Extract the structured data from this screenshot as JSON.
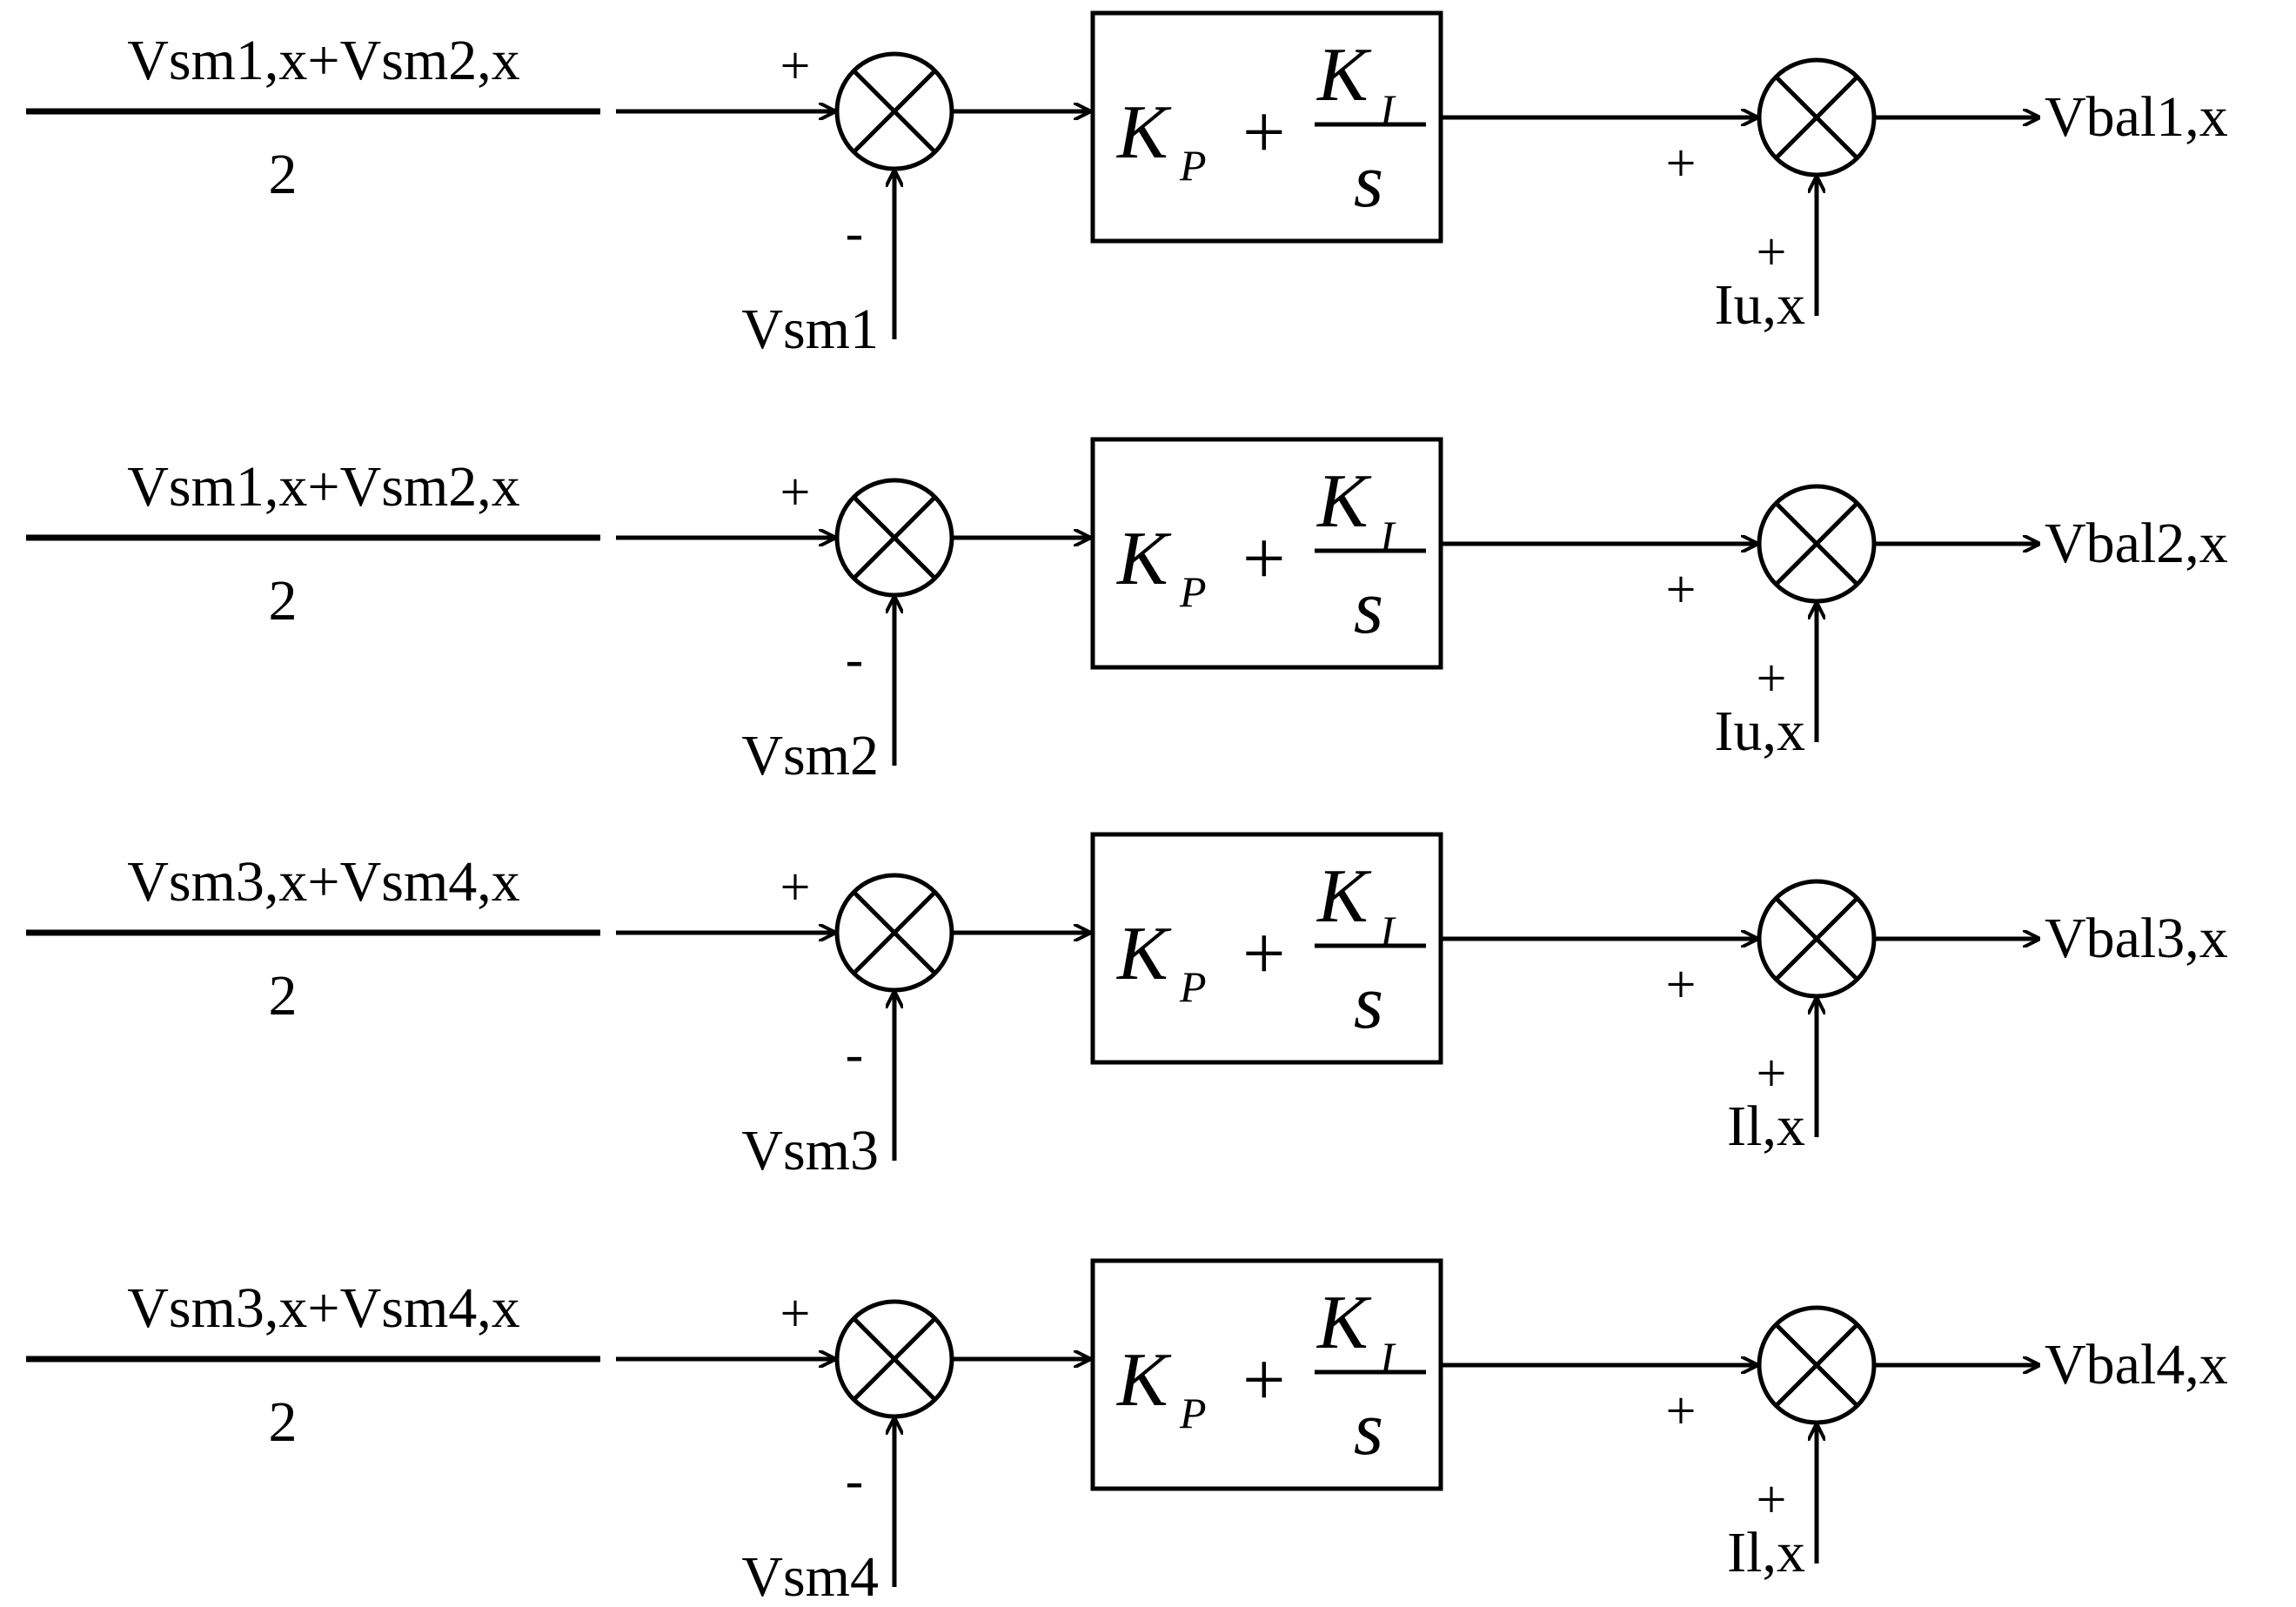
{
  "transfer_function": {
    "kp": "K",
    "kp_sub": "P",
    "plus": "+",
    "ki": "K",
    "ki_sub": "I",
    "s": "s"
  },
  "loops": [
    {
      "numerator": "Vsm1,x+Vsm2,x",
      "denominator": "2",
      "ref_sign": "+",
      "fb_sign": "-",
      "feedback": "Vsm1",
      "pi_sign": "+",
      "add_sign": "+",
      "add_input": "Iu,x",
      "output": "Vbal1,x"
    },
    {
      "numerator": "Vsm1,x+Vsm2,x",
      "denominator": "2",
      "ref_sign": "+",
      "fb_sign": "-",
      "feedback": "Vsm2",
      "pi_sign": "+",
      "add_sign": "+",
      "add_input": "Iu,x",
      "output": "Vbal2,x"
    },
    {
      "numerator": "Vsm3,x+Vsm4,x",
      "denominator": "2",
      "ref_sign": "+",
      "fb_sign": "-",
      "feedback": "Vsm3",
      "pi_sign": "+",
      "add_sign": "+",
      "add_input": "Il,x",
      "output": "Vbal3,x"
    },
    {
      "numerator": "Vsm3,x+Vsm4,x",
      "denominator": "2",
      "ref_sign": "+",
      "fb_sign": "-",
      "feedback": "Vsm4",
      "pi_sign": "+",
      "add_sign": "+",
      "add_input": "Il,x",
      "output": "Vbal4,x"
    }
  ]
}
